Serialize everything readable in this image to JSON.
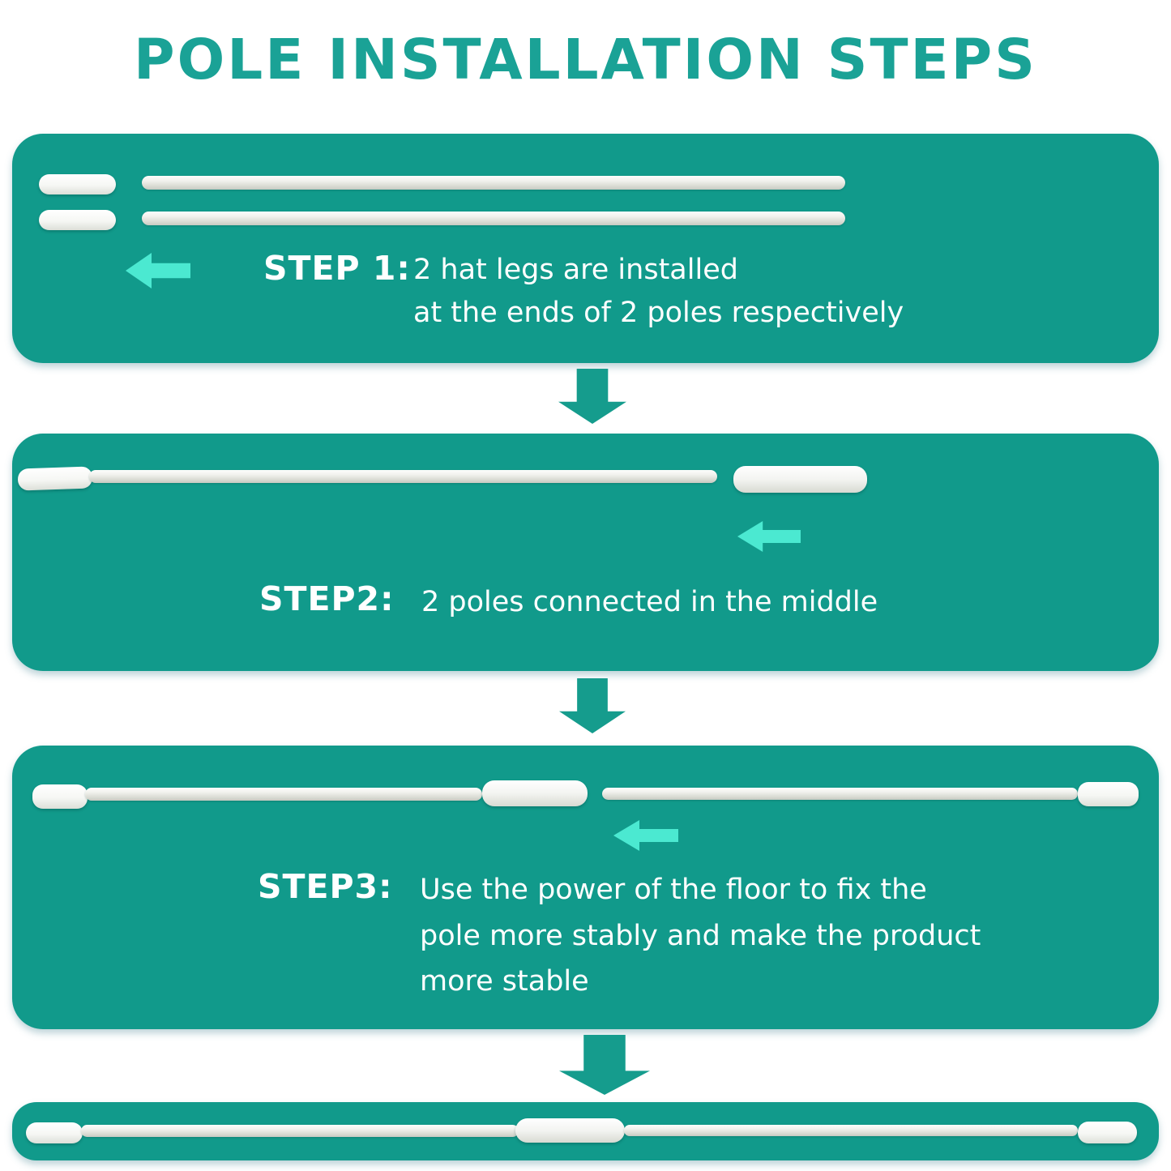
{
  "title": "POLE INSTALLATION STEPS",
  "colors": {
    "panel_teal": "#119a8b",
    "title_teal": "#1aa296",
    "flow_arrow_teal": "#159c8d",
    "highlight_arrow_cyan": "#4be9d1",
    "text_white": "#ffffff",
    "pole_white": "#f2f2ee"
  },
  "icons": {
    "highlight_arrow": "left-arrow",
    "flow_arrow": "down-arrow"
  },
  "steps": [
    {
      "label": "STEP 1:",
      "lines": [
        "2 hat legs are installed",
        "at the ends of 2 poles respectively"
      ]
    },
    {
      "label": "STEP2:",
      "lines": [
        "2 poles connected in the middle"
      ]
    },
    {
      "label": "STEP3:",
      "lines": [
        "Use the power of the floor to fix the",
        "pole more stably and make the product",
        "more stable"
      ]
    }
  ]
}
